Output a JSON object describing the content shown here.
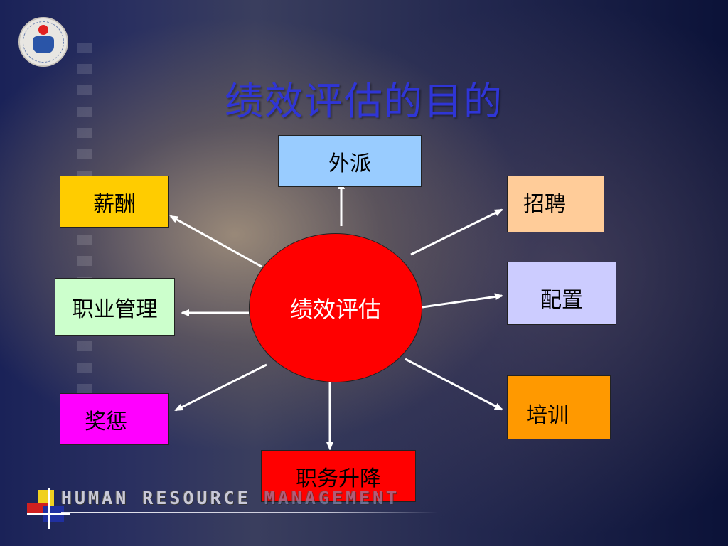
{
  "title": "绩效评估的目的",
  "center": "绩效评估",
  "nodes": {
    "waipai": "外派",
    "xinchou": "薪酬",
    "zhaopin": "招聘",
    "peizhi": "配置",
    "zhiye": "职业管理",
    "peixun": "培训",
    "jiangcheng": "奖惩",
    "shengjiang": "职务升降"
  },
  "footer": {
    "brand": "HUMAN RESOURCE",
    "brand_tail": "MANAGEMENT"
  },
  "colors": {
    "title": "#2f35d6",
    "center": "#ff0000",
    "waipai": "#99ccff",
    "xinchou": "#ffcc00",
    "zhaopin": "#ffcc99",
    "peizhi": "#ccccff",
    "zhiye": "#ccffcc",
    "peixun": "#ff9900",
    "jiangcheng": "#ff00ff",
    "shengjiang": "#ff0000"
  }
}
